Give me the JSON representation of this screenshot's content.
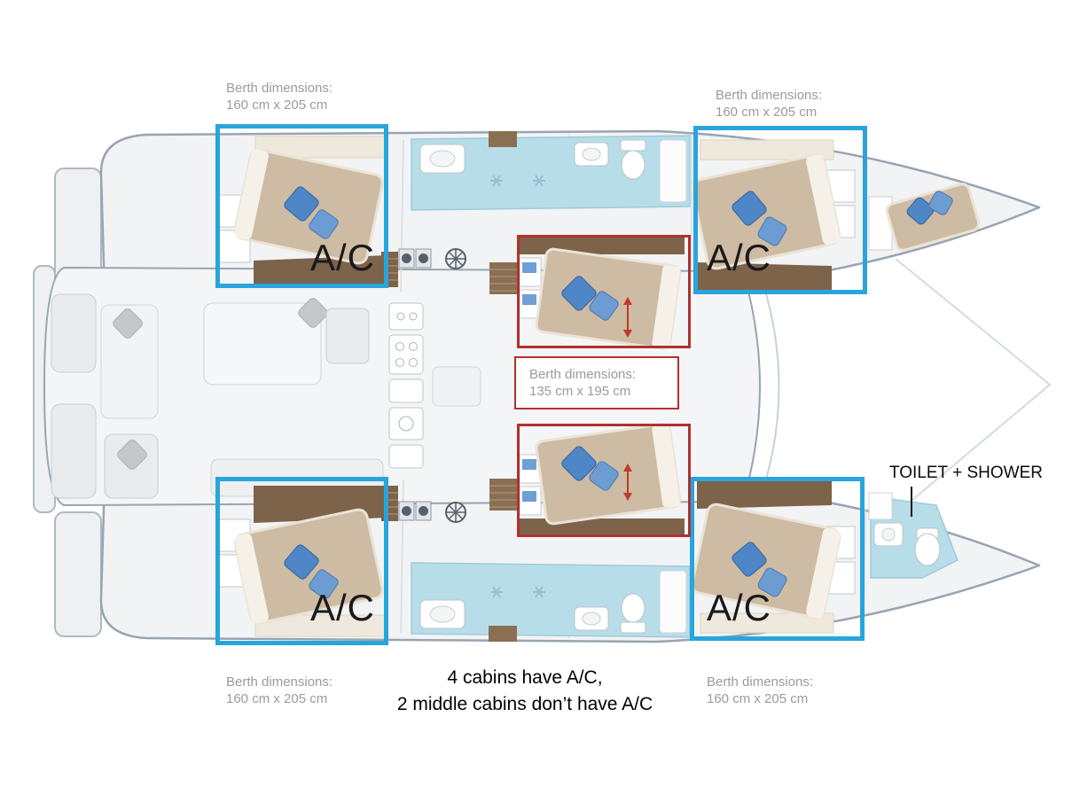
{
  "colors": {
    "ac_highlight": "#29a4dd",
    "mid_highlight": "#b0312f",
    "note_text": "#9b9b9b",
    "label_text": "#1a1a1a",
    "pointer_line": "#111111"
  },
  "floorplan": {
    "description": "catamaran-deck-plan",
    "palette": {
      "hull_fill": "#f2f3f5",
      "hull_stroke": "#98a4b0",
      "bed": "#cdbba3",
      "pillow": "#4e86c7",
      "floor_wood": "#7d6349",
      "bathroom_floor": "#b7dde9"
    }
  },
  "notes": {
    "berth_160": {
      "line1": "Berth dimensions:",
      "line2": "160 cm x 205 cm"
    },
    "berth_135": {
      "line1": "Berth dimensions:",
      "line2": "135 cm x 195 cm"
    }
  },
  "labels": {
    "ac": "A/C",
    "toilet_shower": "TOILET + SHOWER"
  },
  "footer": {
    "line1": "4 cabins have A/C,",
    "line2": "2 middle cabins don’t have A/C"
  }
}
